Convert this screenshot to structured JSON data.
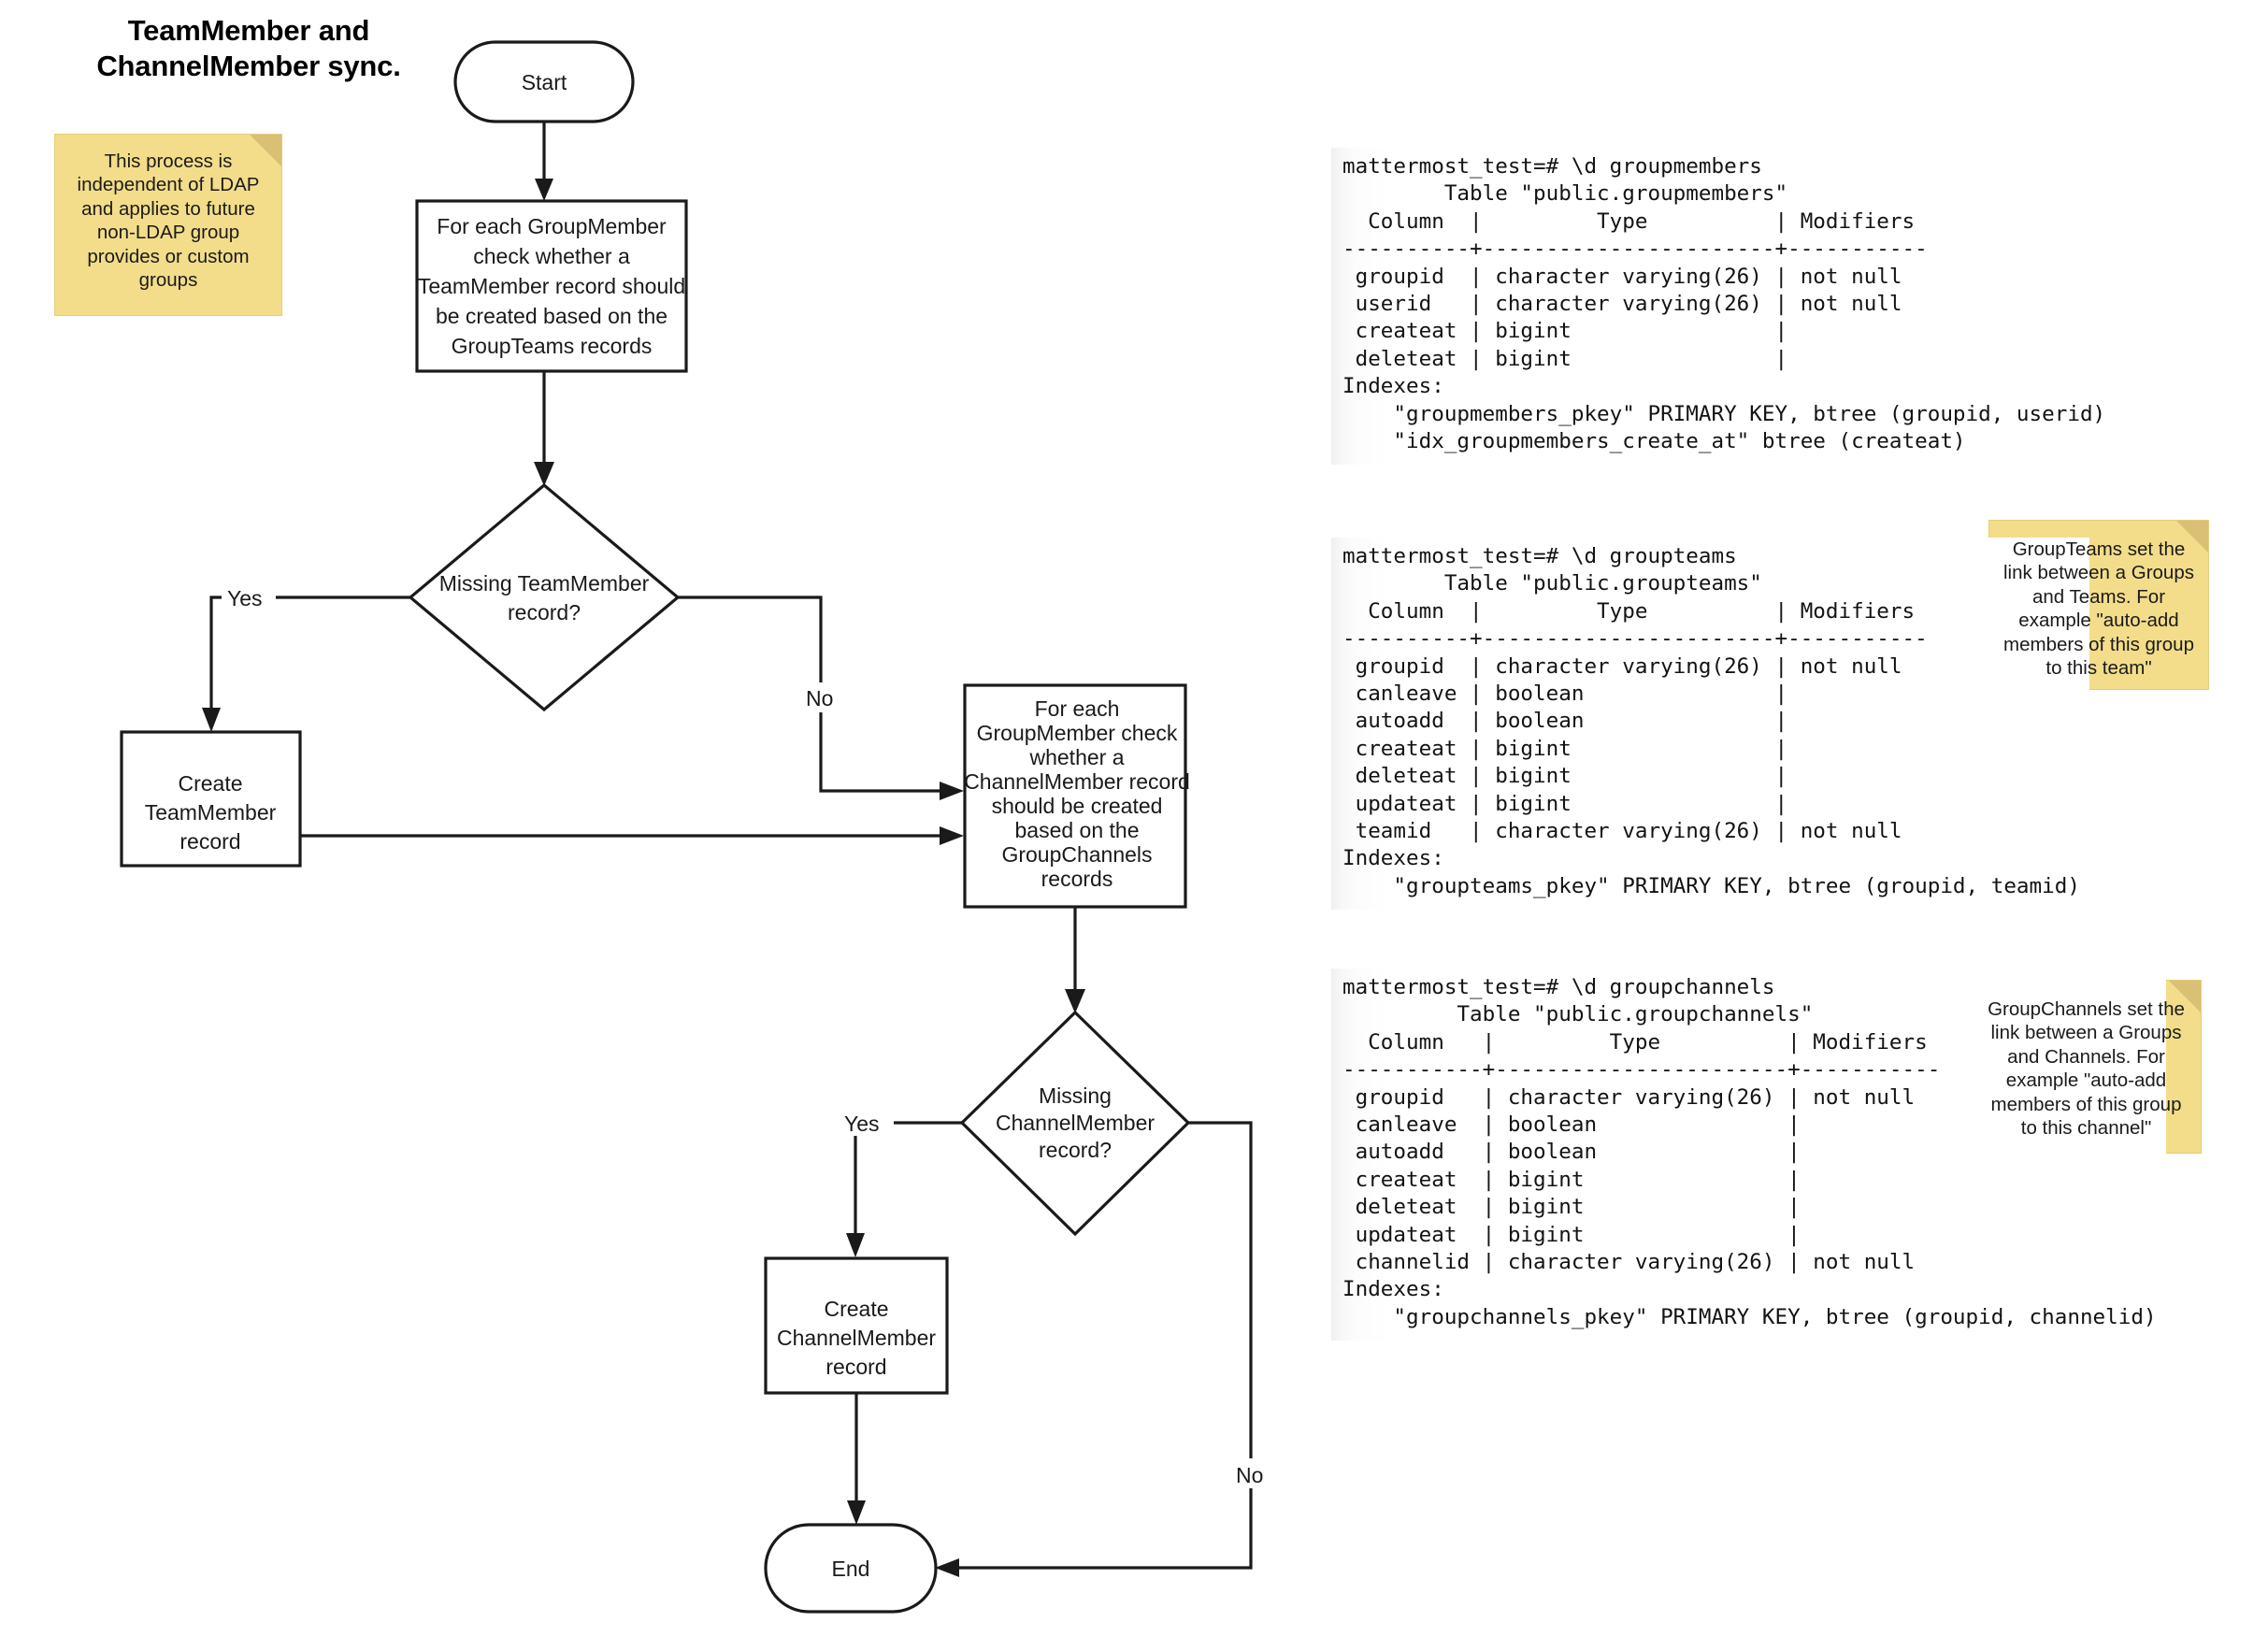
{
  "title": {
    "line1": "TeamMember and",
    "line2": "ChannelMember sync."
  },
  "notes": [
    {
      "name": "ldap-note",
      "text": "This process is independent of LDAP and applies to future non-LDAP group provides or custom groups"
    },
    {
      "name": "groupteams-note",
      "text": "GroupTeams set the link between a Groups and Teams. For example \"auto-add members of this group to this team\""
    },
    {
      "name": "groupchannels-note",
      "text": "GroupChannels set the link between a Groups and Channels. For example \"auto-add members of this group to this channel\""
    }
  ],
  "flow": {
    "nodes": {
      "start": "Start",
      "for_each_team": "For each GroupMember\ncheck whether a\nTeamMember record should\nbe created based on the\nGroupTeams records",
      "for_each_team_lines": [
        "For each GroupMember",
        "check whether a",
        "TeamMember record should",
        "be created based on the",
        "GroupTeams records"
      ],
      "decision_team_lines": [
        "Missing TeamMember",
        "record?"
      ],
      "create_team_lines": [
        "Create",
        "TeamMember",
        "record"
      ],
      "for_each_channel_lines": [
        "For each",
        "GroupMember check",
        "whether a",
        "ChannelMember record",
        "should be created",
        "based on the",
        "GroupChannels",
        "records"
      ],
      "decision_channel_lines": [
        "Missing",
        "ChannelMember",
        "record?"
      ],
      "create_channel_lines": [
        "Create",
        "ChannelMember",
        "record"
      ],
      "end": "End"
    },
    "edge_labels": {
      "team_yes": "Yes",
      "team_no": "No",
      "channel_yes": "Yes",
      "channel_no": "No"
    }
  },
  "terminals": [
    {
      "name": "groupmembers",
      "command": "mattermost_test=# \\d groupmembers",
      "text": "mattermost_test=# \\d groupmembers\n        Table \"public.groupmembers\"\n  Column  |         Type          | Modifiers\n----------+-----------------------+-----------\n groupid  | character varying(26) | not null\n userid   | character varying(26) | not null\n createat | bigint                |\n deleteat | bigint                |\nIndexes:\n    \"groupmembers_pkey\" PRIMARY KEY, btree (groupid, userid)\n    \"idx_groupmembers_create_at\" btree (createat)"
    },
    {
      "name": "groupteams",
      "command": "mattermost_test=# \\d groupteams",
      "text": "mattermost_test=# \\d groupteams\n        Table \"public.groupteams\"\n  Column  |         Type          | Modifiers\n----------+-----------------------+-----------\n groupid  | character varying(26) | not null\n canleave | boolean               |\n autoadd  | boolean               |\n createat | bigint                |\n deleteat | bigint                |\n updateat | bigint                |\n teamid   | character varying(26) | not null\nIndexes:\n    \"groupteams_pkey\" PRIMARY KEY, btree (groupid, teamid)"
    },
    {
      "name": "groupchannels",
      "command": "mattermost_test=# \\d groupchannels",
      "text": "mattermost_test=# \\d groupchannels\n         Table \"public.groupchannels\"\n  Column   |         Type          | Modifiers\n-----------+-----------------------+-----------\n groupid   | character varying(26) | not null\n canleave  | boolean               |\n autoadd   | boolean               |\n createat  | bigint                |\n deleteat  | bigint                |\n updateat  | bigint                |\n channelid | character varying(26) | not null\nIndexes:\n    \"groupchannels_pkey\" PRIMARY KEY, btree (groupid, channelid)"
    }
  ],
  "colors": {
    "note_bg": "#f3dd8a",
    "note_fold": "#d9c075",
    "stroke": "#1a1a1a",
    "page_bg": "#ffffff"
  }
}
